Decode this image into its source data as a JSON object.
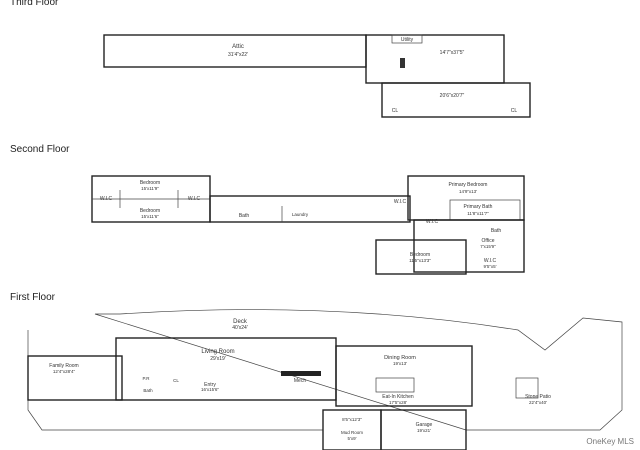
{
  "floors": {
    "third": {
      "title": "Third Floor",
      "rooms": {
        "attic": "Attic",
        "attic_dim": "31'4\"x22'",
        "utility": "Utility",
        "upper_dim": "14'7\"x37'5\"",
        "lower_dim": "20'6\"x20'7\"",
        "cl": "CL"
      }
    },
    "second": {
      "title": "Second Floor",
      "rooms": {
        "bedroom": "Bedroom",
        "bed1_dim": "15'x11'9\"",
        "bed2_dim": "15'x11'6\"",
        "bed3_dim": "11'5\"x13'3\"",
        "wic": "W.I.C",
        "bath": "Bath",
        "laundry": "Laundry",
        "primary_bedroom": "Primary Bedroom",
        "primary_bedroom_dim": "14'9\"x13'",
        "primary_bath": "Primary Bath",
        "primary_bath_dim": "11'8\"x11'7\"",
        "office": "Office",
        "office_dim": "7'x15'9\"",
        "wic_dim": "9'5\"x5'"
      }
    },
    "first": {
      "title": "First Floor",
      "rooms": {
        "deck": "Deck",
        "deck_dim": "40'x24'",
        "living_room": "Living Room",
        "living_dim": "29'x19'",
        "dining_room": "Dining Room",
        "dining_dim": "19'x13'",
        "family_room": "Family Room",
        "family_dim": "12'4\"x28'4\"",
        "pr": "P.R",
        "cl": "CL",
        "bath": "Bath",
        "entry": "Entry",
        "entry_dim": "16'x15'6\"",
        "mech": "Mech",
        "eatin_kitchen": "Eat-In Kitchen",
        "kitchen_dim": "17'5\"x28'",
        "stone_patio": "Stone Patio",
        "patio_dim": "22'4\"x40'",
        "garage": "Garage",
        "garage_dim": "19'x21'",
        "small_dim": "8'5\"x12'3\"",
        "mud_room": "Mud Room",
        "mud_dim": "5'x9'"
      }
    }
  },
  "watermark": "OneKey MLS"
}
